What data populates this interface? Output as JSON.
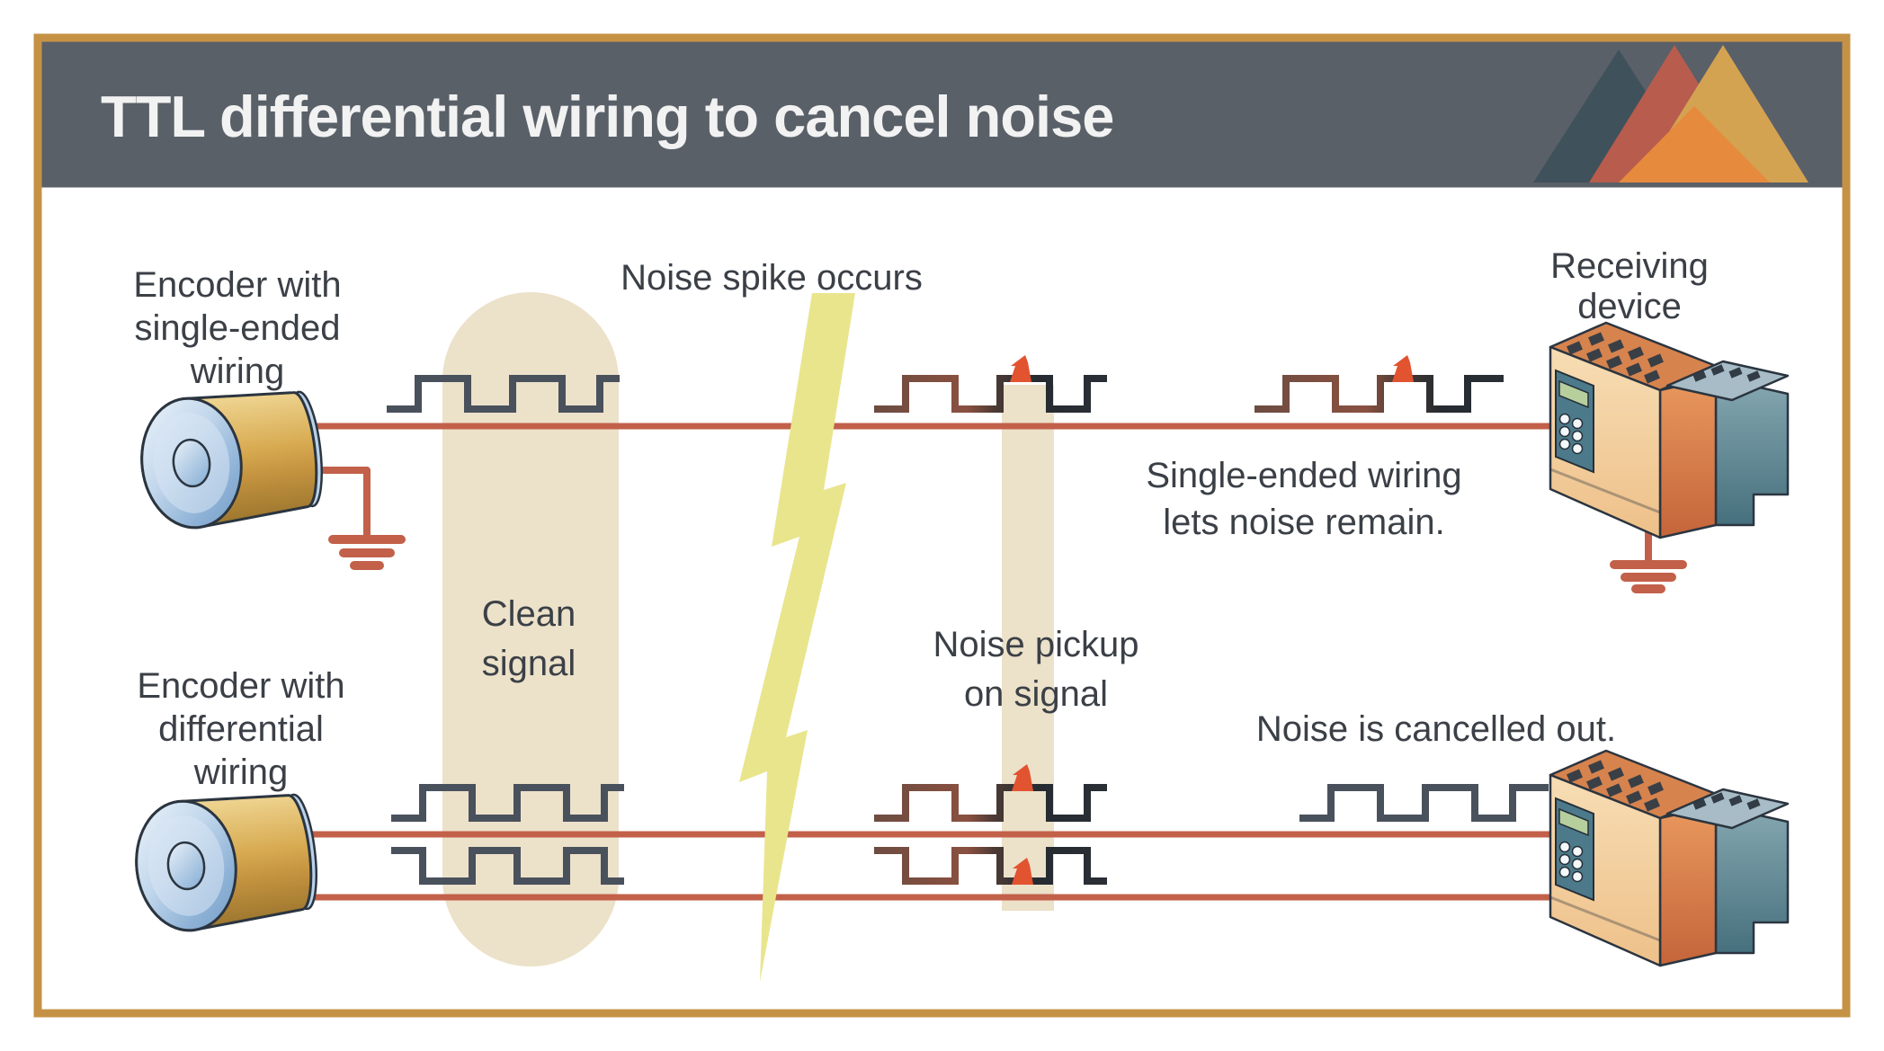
{
  "header": {
    "title": "TTL differential wiring to cancel noise"
  },
  "labels": {
    "encoder_single": [
      "Encoder with",
      "single-ended",
      "wiring"
    ],
    "noise_spike": "Noise spike occurs",
    "receiving_device": [
      "Receiving",
      "device"
    ],
    "single_ended_note": [
      "Single-ended wiring",
      "lets noise remain."
    ],
    "clean_signal": [
      "Clean",
      "signal"
    ],
    "noise_pickup": [
      "Noise pickup",
      "on signal"
    ],
    "encoder_differential": [
      "Encoder with",
      "differential",
      "wiring"
    ],
    "cancelled_note": "Noise is cancelled out."
  },
  "colors": {
    "border_gold": "#c59245",
    "header_bg": "#5a6068",
    "title_text": "#f2f2f2",
    "label_text": "#3b4047",
    "wire": "#c2604a",
    "wave": "#49515c",
    "noise_red": "#e25330",
    "band_beige": "#ece1c9",
    "bolt_yellow": "#e9e58d",
    "logo_teal": "#3f515b",
    "logo_red": "#b85c4d",
    "logo_gold": "#d4a352",
    "logo_orange": "#e68a3e",
    "encoder_gold": "#d8ab52",
    "encoder_face_blue": "#b7cfe8",
    "device_tan": "#f5d3a5",
    "device_orange": "#dd8049",
    "device_teal": "#5d8793",
    "lcd_green": "#b6cf9d"
  }
}
